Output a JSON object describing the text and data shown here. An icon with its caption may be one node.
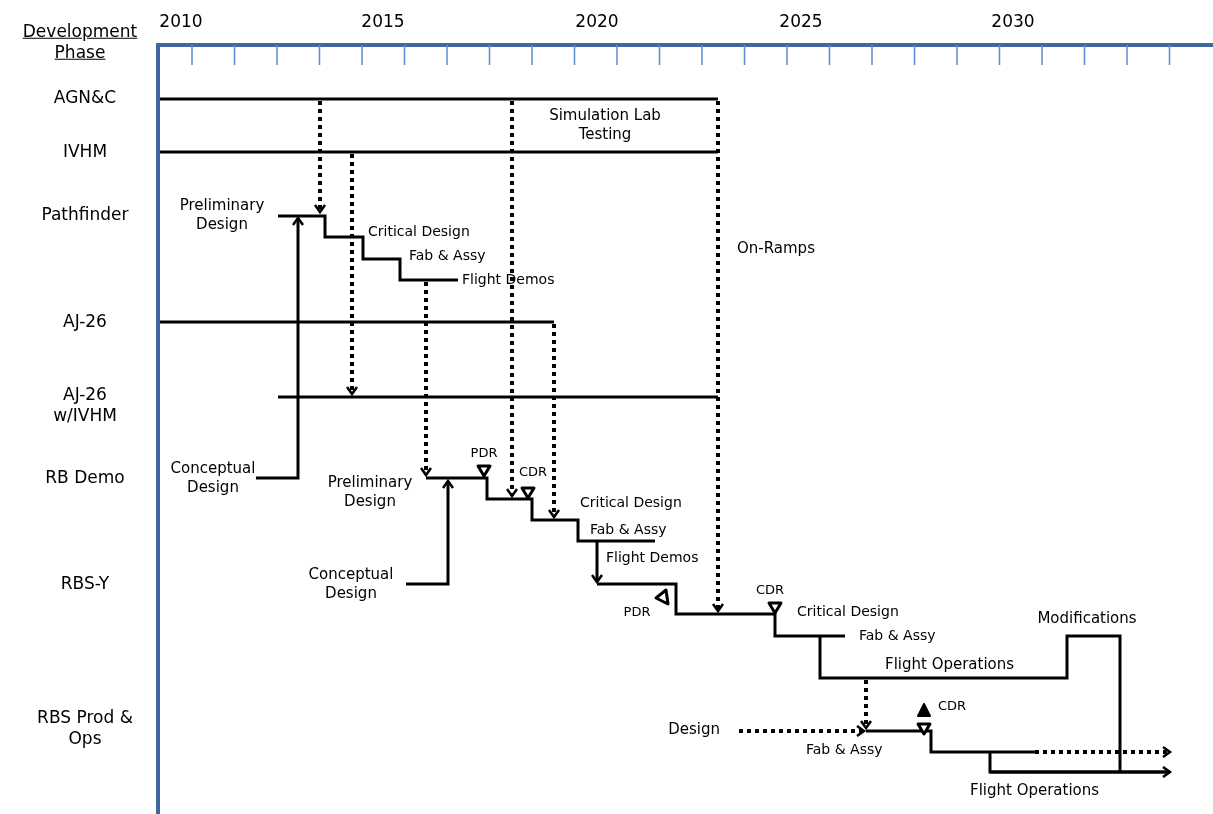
{
  "diagram": {
    "labels": [
      "Development Phase",
      "2010",
      "2015",
      "2020",
      "2025",
      "2030",
      "AGN&C",
      "IVHM",
      "Pathfinder",
      "AJ-26",
      "AJ-26 w/IVHM",
      "RB Demo",
      "RBS-Y",
      "RBS Prod & Ops",
      "Simulation Lab Testing",
      "Preliminary Design",
      "Critical Design",
      "Fab & Assy",
      "Flight Demos",
      "On-Ramps",
      "Conceptual Design",
      "PDR",
      "Preliminary Design",
      "CDR",
      "Critical Design",
      "Fab & Assy",
      "Flight Demos",
      "Conceptual Design",
      "PDR",
      "CDR",
      "Critical Design",
      "Fab & Assy",
      "Modifications",
      "Flight Operations",
      "CDR",
      "Design",
      "Fab & Assy",
      "Flight Operations"
    ]
  }
}
